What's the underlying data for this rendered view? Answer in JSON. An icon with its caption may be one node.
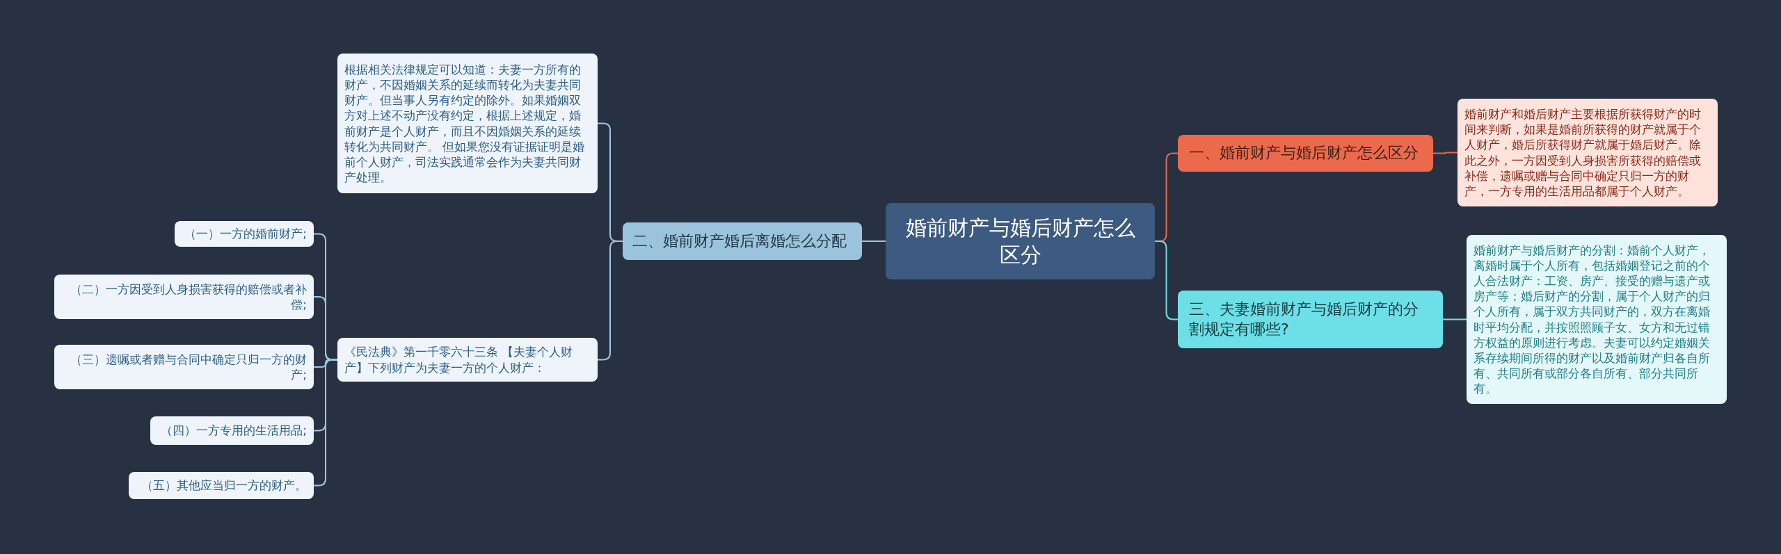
{
  "diagram": {
    "nodes": [
      {
        "text": [
          "婚前财产与婚后财产怎么区分"
        ]
      },
      {
        "text": [
          "一、婚前财产与婚后财产怎么区分"
        ]
      },
      {
        "text": [
          "婚前财产和婚后财产主要根据所获得财产的时间来判断，如果是婚前所获得的财产就属于个人财产，婚后所获得财产就属于婚后财产。除此之外，一方因受到人身损害所获得的赔偿或补偿，遗嘱或赠与合同中确定只归一方的财产，一方专用的生活用品都属于个人财产。"
        ]
      },
      {
        "text": [
          "三、夫妻婚前财产与婚后财产的分割规定有哪些?"
        ]
      },
      {
        "text": [
          "婚前财产与婚后财产的分割：婚前个人财产，离婚时属于个人所有，包括婚姻登记之前的个人合法财产：工资、房产、接受的赠与遗产或房产等；婚后财产的分割，属于个人财产的归个人所有，属于双方共同财产的，双方在离婚时平均分配，并按照照顾子女、女方和无过错方权益的原则进行考虑。夫妻可以约定婚姻关系存续期间所得的财产以及婚前财产归各自所有、共同所有或部分各自所有、部分共同所有。"
        ]
      },
      {
        "text": [
          "二、婚前财产婚后离婚怎么分配"
        ]
      },
      {
        "text": [
          "根据相关法律规定可以知道：夫妻一方所有的财产，不因婚姻关系的延续而转化为夫妻共同财产。但当事人另有约定的除外。如果婚姻双方对上述不动产没有约定，根据上述规定，婚前财产是个人财产，而且不因婚姻关系的延续转化为共同财产。 但如果您没有证据证明是婚前个人财产，司法实践通常会作为夫妻共同财产处理。"
        ]
      },
      {
        "text": [
          "《民法典》第一千零六十三条 【夫妻个人财产】下列财产为夫妻一方的个人财产："
        ]
      },
      {
        "text": [
          "（一）一方的婚前财产;"
        ]
      },
      {
        "text": [
          "（二）一方因受到人身损害获得的赔偿或者补偿;"
        ]
      },
      {
        "text": [
          "（三）遗嘱或者赠与合同中确定只归一方的财产;"
        ]
      },
      {
        "text": [
          "（四）一方专用的生活用品;"
        ]
      },
      {
        "text": [
          "（五）其他应当归一方的财产。"
        ]
      }
    ],
    "edges": [
      {
        "from": 0,
        "to": 1,
        "arrow": "none",
        "color": "#e8694a"
      },
      {
        "from": 1,
        "to": 2,
        "arrow": "none",
        "color": "#e8694a"
      },
      {
        "from": 0,
        "to": 3,
        "arrow": "none",
        "color": "#6ee0e8"
      },
      {
        "from": 3,
        "to": 4,
        "arrow": "none",
        "color": "#6ee0e8"
      },
      {
        "from": 0,
        "to": 5,
        "arrow": "none"
      },
      {
        "from": 5,
        "to": 6,
        "arrow": "none"
      },
      {
        "from": 5,
        "to": 7,
        "arrow": "none"
      },
      {
        "from": 7,
        "to": 8,
        "arrow": "none"
      },
      {
        "from": 7,
        "to": 9,
        "arrow": "none"
      },
      {
        "from": 7,
        "to": 10,
        "arrow": "none"
      },
      {
        "from": 7,
        "to": 11,
        "arrow": "none"
      },
      {
        "from": 7,
        "to": 12,
        "arrow": "none"
      }
    ]
  }
}
